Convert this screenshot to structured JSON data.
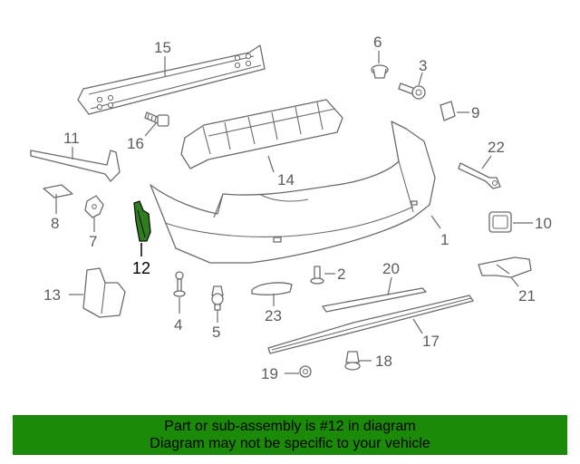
{
  "callouts": [
    {
      "id": "1",
      "label": "1"
    },
    {
      "id": "2",
      "label": "2"
    },
    {
      "id": "3",
      "label": "3"
    },
    {
      "id": "4",
      "label": "4"
    },
    {
      "id": "5",
      "label": "5"
    },
    {
      "id": "6",
      "label": "6"
    },
    {
      "id": "7",
      "label": "7"
    },
    {
      "id": "8",
      "label": "8"
    },
    {
      "id": "9",
      "label": "9"
    },
    {
      "id": "10",
      "label": "10"
    },
    {
      "id": "11",
      "label": "11"
    },
    {
      "id": "12",
      "label": "12"
    },
    {
      "id": "13",
      "label": "13"
    },
    {
      "id": "14",
      "label": "14"
    },
    {
      "id": "15",
      "label": "15"
    },
    {
      "id": "16",
      "label": "16"
    },
    {
      "id": "17",
      "label": "17"
    },
    {
      "id": "18",
      "label": "18"
    },
    {
      "id": "19",
      "label": "19"
    },
    {
      "id": "20",
      "label": "20"
    },
    {
      "id": "21",
      "label": "21"
    },
    {
      "id": "22",
      "label": "22"
    },
    {
      "id": "23",
      "label": "23"
    }
  ],
  "highlighted_part": "12",
  "colors": {
    "banner": "#1a8a08",
    "highlight": "#2e7d1f",
    "line": "#6b6b6b"
  },
  "banner": {
    "line1": "Part or sub-assembly is #12 in diagram",
    "line2": "Diagram may not be specific to your vehicle"
  }
}
